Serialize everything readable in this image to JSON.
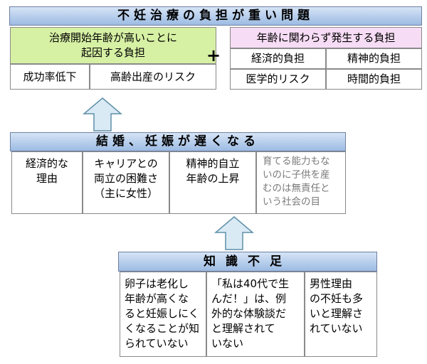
{
  "top": {
    "title": "不妊治療の負担が重い問題",
    "left_header": "治療開始年齢が高いことに\n起因する負担",
    "left_items": [
      "成功率低下",
      "高齢出産のリスク"
    ],
    "plus": "+",
    "right_header": "年齢に関わらず発生する負担",
    "right_items": [
      "経済的負担",
      "精神的負担",
      "医学的リスク",
      "時間的負担"
    ]
  },
  "middle": {
    "title": "結婚、妊娠が遅くなる",
    "items": [
      "経済的な\n理由",
      "キャリアとの\n両立の困難さ\n（主に女性）",
      "精神的自立\n年齢の上昇",
      "育てる能力もな\nいのに子供を産\nむのは無責任と\nいう社会の目"
    ]
  },
  "bottom": {
    "title": "知識不足",
    "items": [
      "卵子は老化し\n年齢が高くな\nると妊娠しにく\nくなることが知\nられていない",
      "「私は40代で生\nんだ！」は、例\n外的な体験談だ\nと理解されて\nいない",
      "男性理由\nの不妊も多\nいと理解さ\nれていない"
    ]
  },
  "colors": {
    "header_blue": "#9cbbe3",
    "green": "#d6f0a4",
    "pink": "#f6dcf4",
    "arrow_fill": "#d9eaf5",
    "arrow_stroke": "#5f8fa8"
  }
}
